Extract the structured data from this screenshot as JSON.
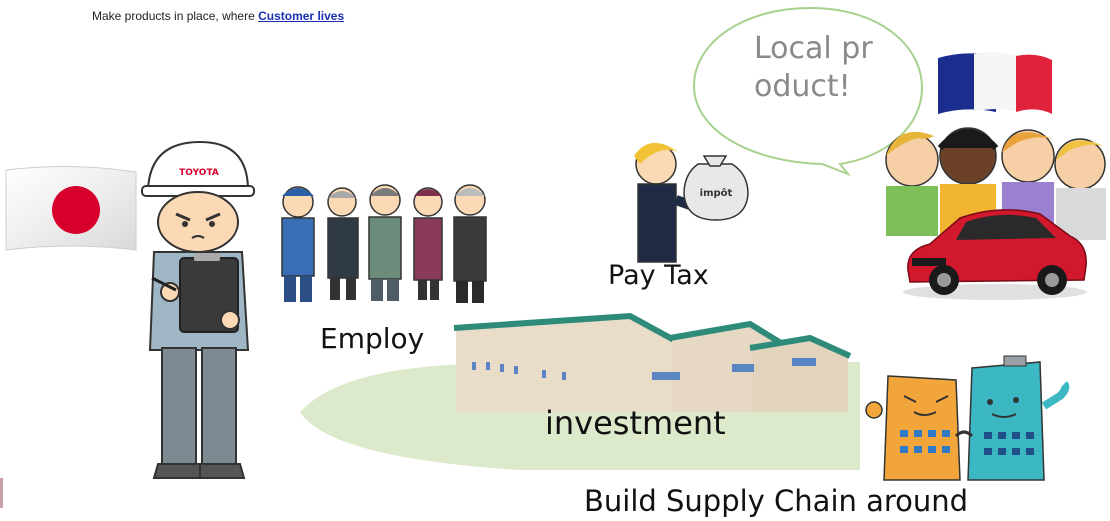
{
  "header": {
    "text": "Make products in place, where ",
    "link": "Customer lives"
  },
  "labels": {
    "employ": "Employ",
    "pay_tax": "Pay Tax",
    "investment": "investment",
    "supply_chain": "Build Supply Chain around",
    "speech": "Local product!"
  },
  "illustrations": {
    "helmet_text": "TOYOTA",
    "bag_text": "impôt"
  },
  "colors": {
    "ground": "#dde9cb",
    "bubble_border": "#a9d18e",
    "factory_roof": "#2e8b7a",
    "factory_wall": "#e9dcc8",
    "car": "#d2182d",
    "flag_jp_red": "#d7002c",
    "flag_fr_blue": "#1b2d8f",
    "flag_fr_red": "#e0233a"
  }
}
